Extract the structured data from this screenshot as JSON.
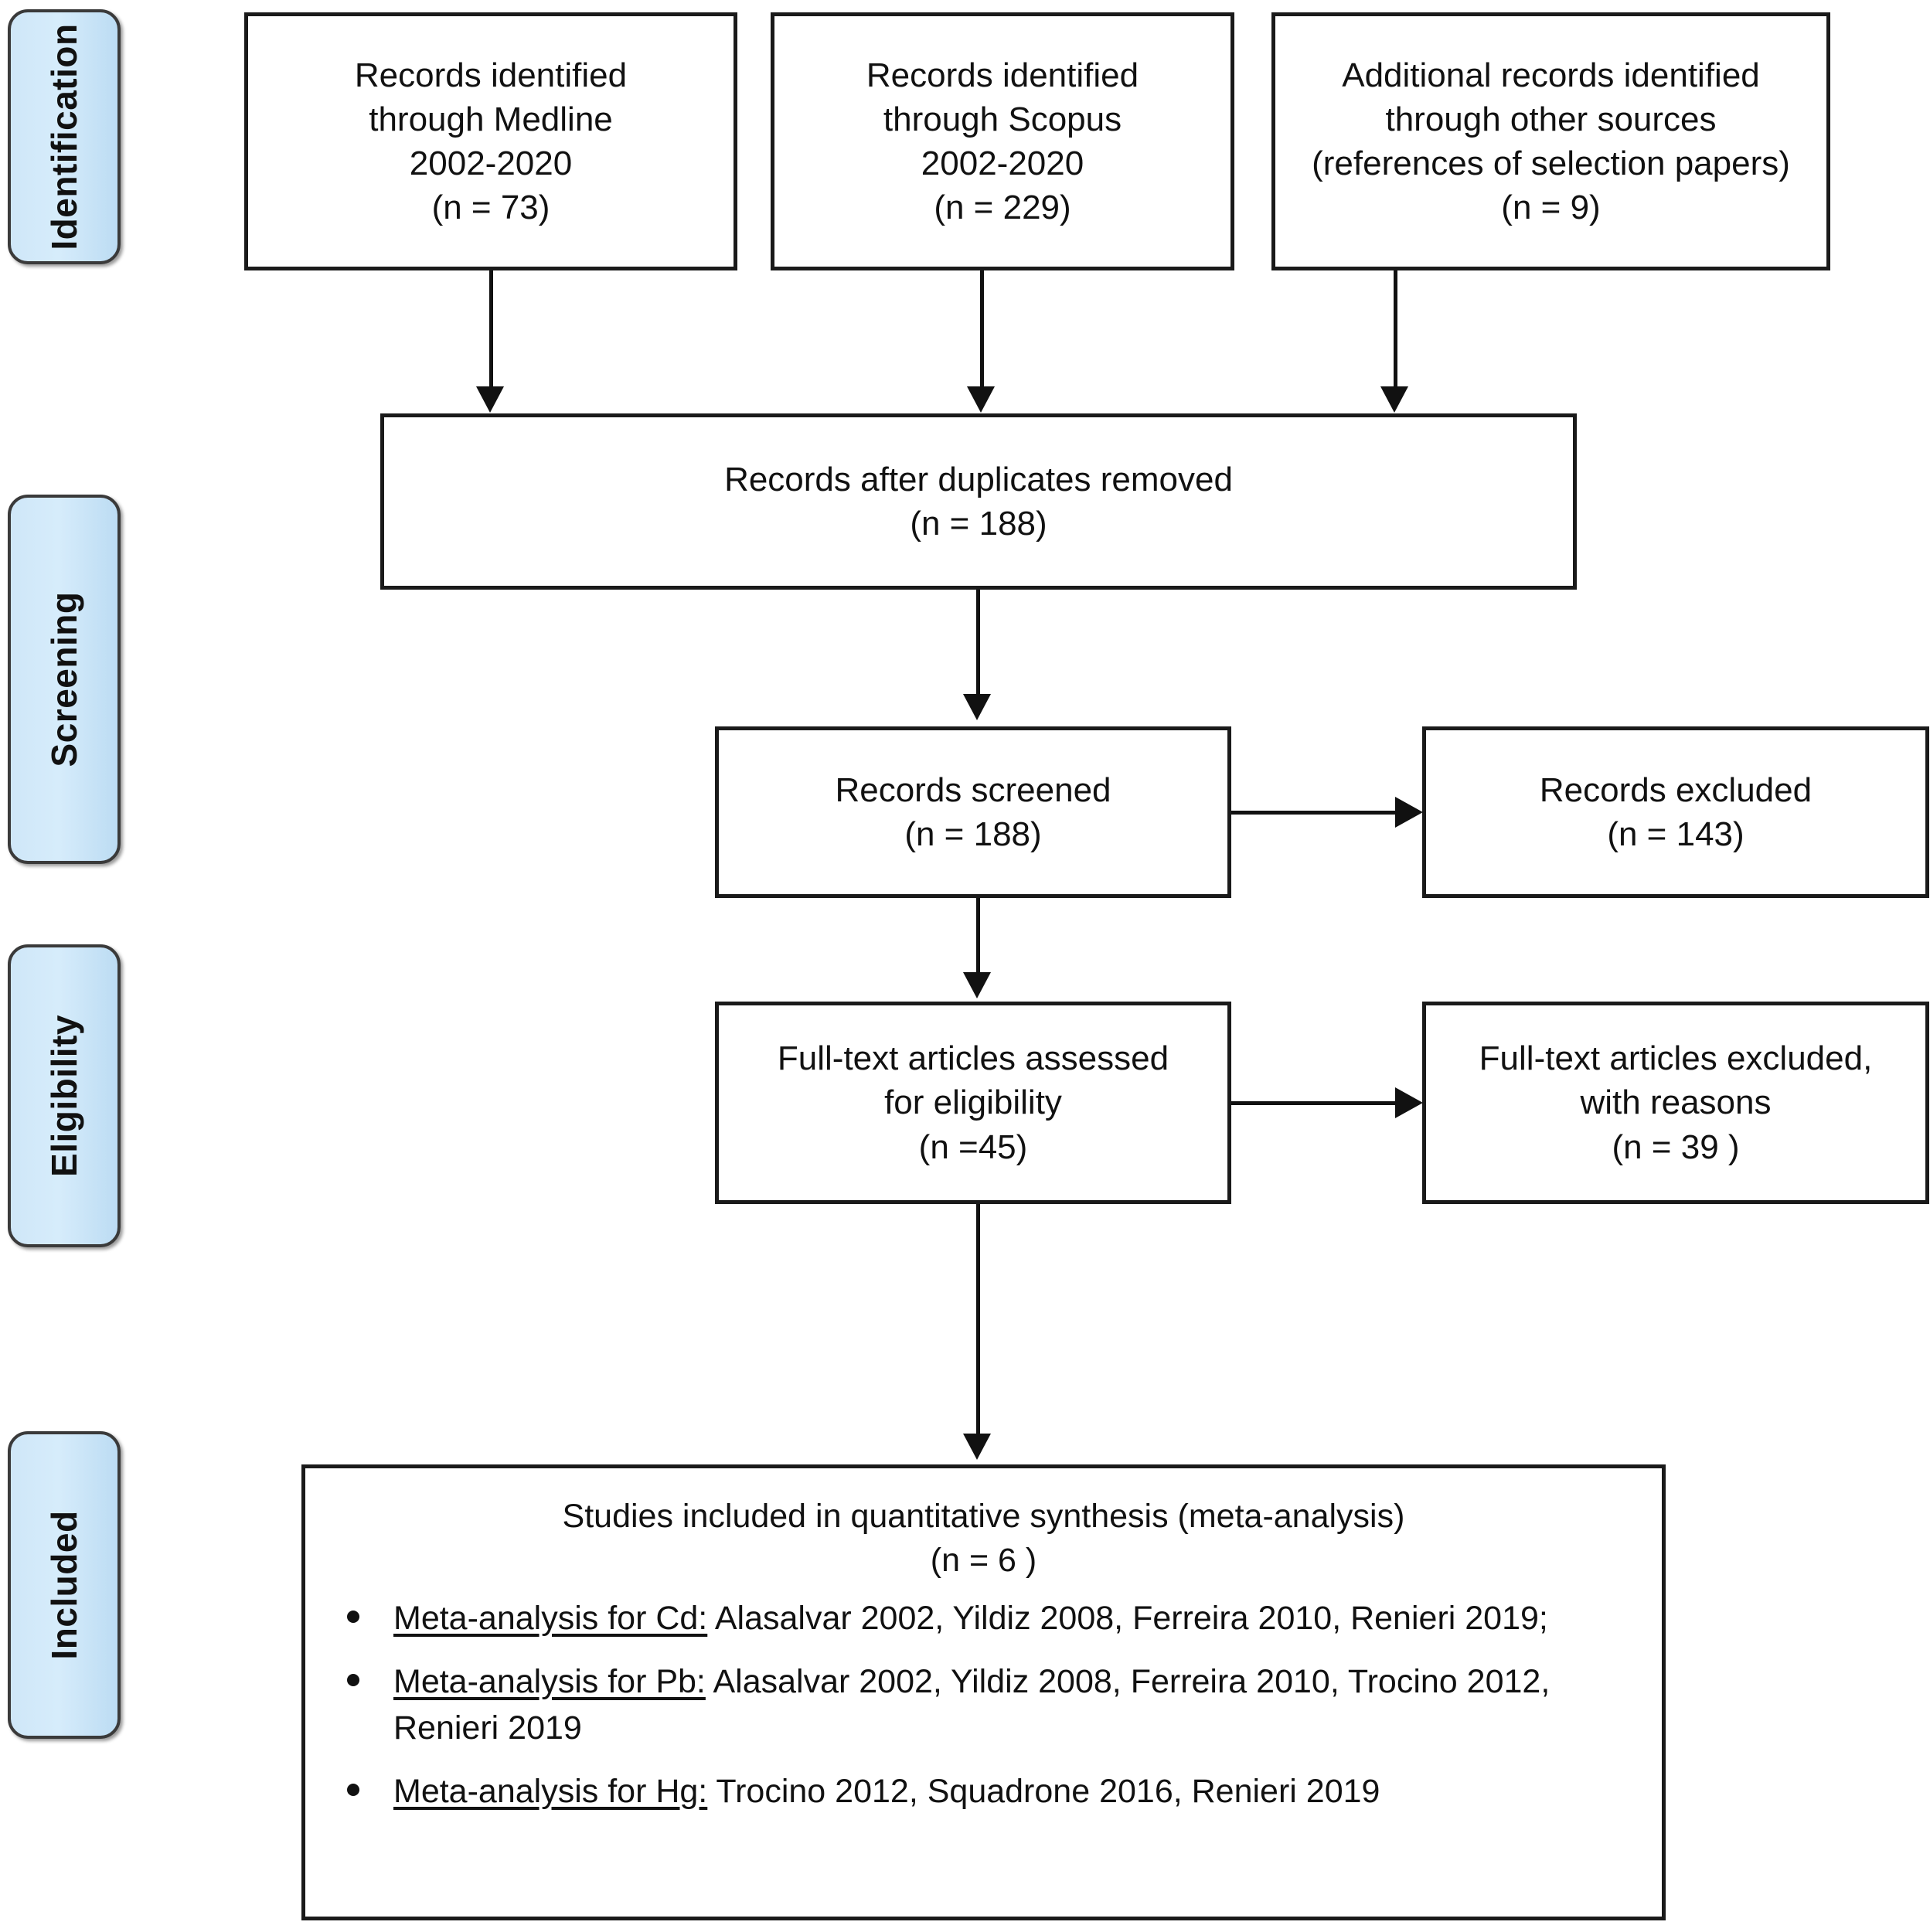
{
  "diagram": {
    "type": "PRISMA flow diagram",
    "stages": [
      {
        "id": "identification",
        "label": "Identification"
      },
      {
        "id": "screening",
        "label": "Screening"
      },
      {
        "id": "eligibility",
        "label": "Eligibility"
      },
      {
        "id": "included",
        "label": "Included"
      }
    ],
    "boxes": {
      "medline": {
        "lines": [
          "Records identified",
          "through Medline",
          "2002-2020",
          "(n = 73)"
        ],
        "n": 73
      },
      "scopus": {
        "lines": [
          "Records identified",
          "through Scopus",
          "2002-2020",
          "(n =  229)"
        ],
        "n": 229
      },
      "other_sources": {
        "lines": [
          "Additional records identified",
          "through other sources",
          "(references of selection papers)",
          "(n = 9)"
        ],
        "n": 9
      },
      "duplicates_removed": {
        "lines": [
          "Records after duplicates removed",
          "(n = 188)"
        ],
        "n": 188
      },
      "records_screened": {
        "lines": [
          "Records screened",
          "(n = 188)"
        ],
        "n": 188
      },
      "records_excluded": {
        "lines": [
          "Records excluded",
          "(n = 143)"
        ],
        "n": 143
      },
      "fulltext_assessed": {
        "lines": [
          "Full-text articles assessed",
          "for eligibility",
          "(n =45)"
        ],
        "n": 45
      },
      "fulltext_excluded": {
        "lines": [
          "Full-text articles excluded,",
          "with reasons",
          "(n = 39 )"
        ],
        "n": 39
      },
      "studies_included": {
        "title_line_1": "Studies included in quantitative synthesis (meta-analysis)",
        "title_line_2": "(n = 6 )",
        "n": 6,
        "items": [
          {
            "lead": "Meta-analysis for Cd:",
            "rest": " Alasalvar 2002, Yildiz 2008, Ferreira 2010, Renieri 2019;"
          },
          {
            "lead": "Meta-analysis for Pb:",
            "rest": " Alasalvar 2002, Yildiz 2008, Ferreira 2010, Trocino 2012, Renieri 2019"
          },
          {
            "lead": "Meta-analysis for Hg:",
            "rest": " Trocino 2012, Squadrone 2016, Renieri 2019"
          }
        ]
      }
    },
    "colors": {
      "stage_tab_fill": "#cfe7f8",
      "stage_tab_border": "#3a3a3a",
      "box_border": "#1a1a1a",
      "connector": "#111111",
      "text": "#111111",
      "background": "#ffffff"
    }
  }
}
